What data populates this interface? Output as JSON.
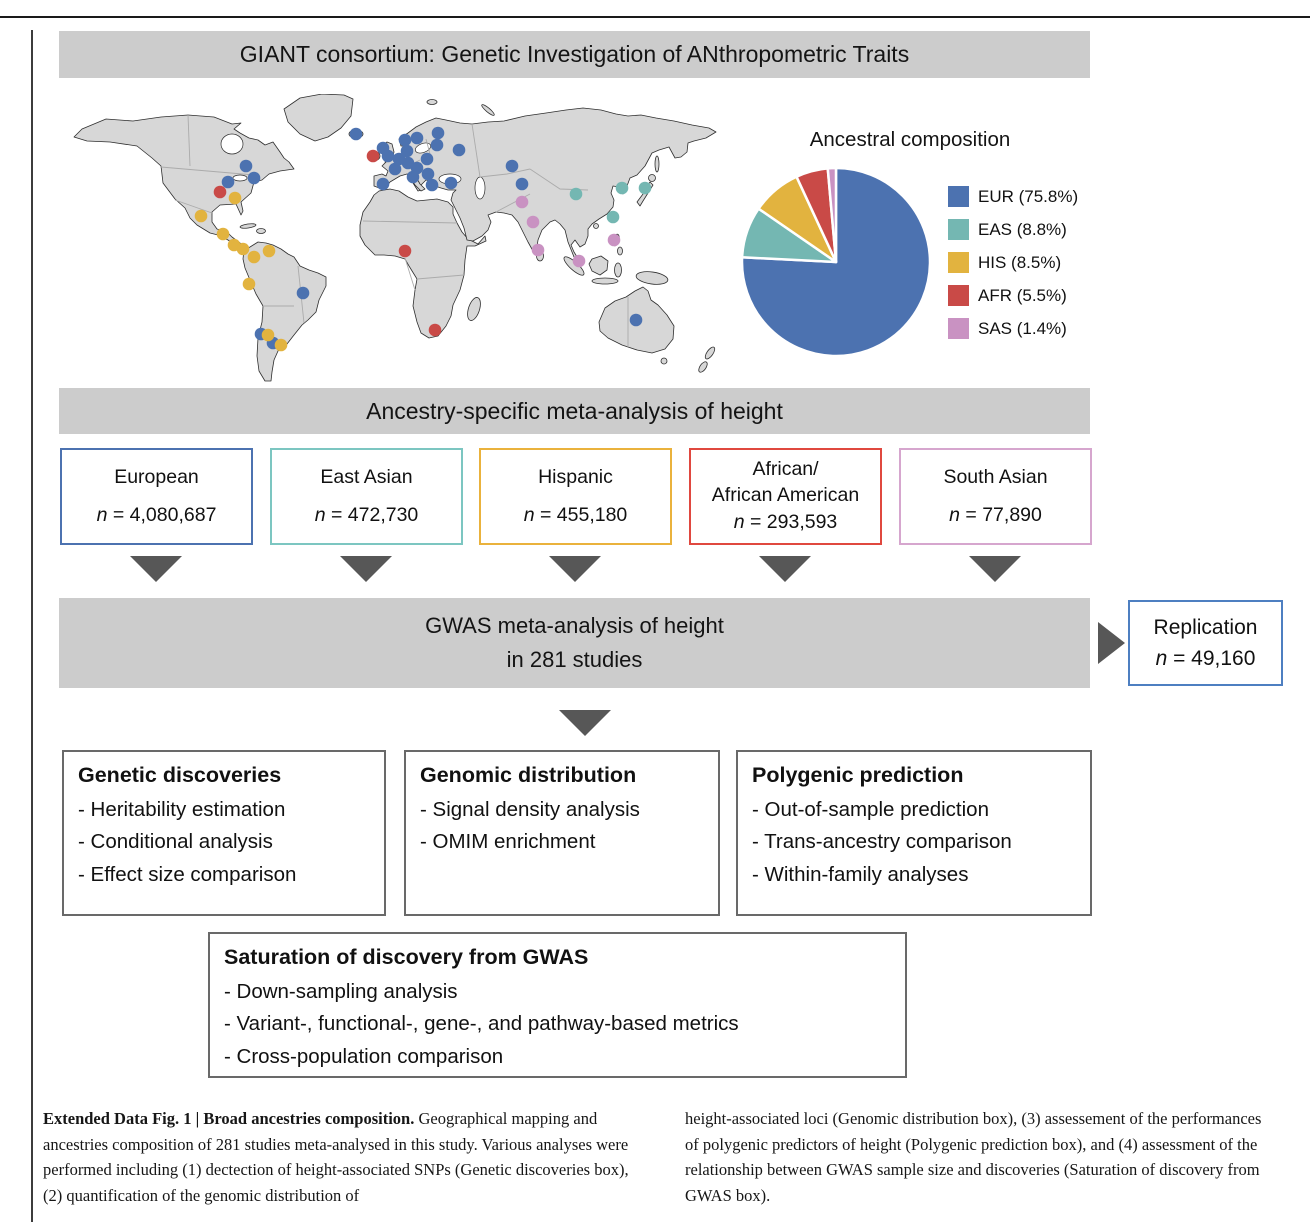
{
  "figure": {
    "title_bar": "GIANT consortium: Genetic Investigation of ANthropometric Traits",
    "bar2": "Ancestry-specific meta-analysis of height",
    "pie_title": "Ancestral composition",
    "map": {
      "dot_groups": [
        {
          "name": "EUR",
          "color": "#4C72B0",
          "points": [
            [
              296,
              40
            ],
            [
              323,
              54
            ],
            [
              328,
              62
            ],
            [
              345,
              46
            ],
            [
              357,
              44
            ],
            [
              378,
              39
            ],
            [
              347,
              57
            ],
            [
              339,
              65
            ],
            [
              348,
              69
            ],
            [
              335,
              75
            ],
            [
              323,
              90
            ],
            [
              353,
              83
            ],
            [
              357,
              74
            ],
            [
              367,
              65
            ],
            [
              368,
              80
            ],
            [
              372,
              91
            ],
            [
              377,
              51
            ],
            [
              399,
              56
            ],
            [
              391,
              89
            ],
            [
              452,
              72
            ],
            [
              462,
              90
            ],
            [
              194,
              84
            ],
            [
              168,
              88
            ],
            [
              186,
              72
            ],
            [
              243,
              199
            ],
            [
              201,
              240
            ],
            [
              213,
              249
            ],
            [
              576,
              226
            ]
          ]
        },
        {
          "name": "AFR",
          "color": "#C94A47",
          "points": [
            [
              313,
              62
            ],
            [
              160,
              98
            ],
            [
              345,
              157
            ],
            [
              375,
              236
            ]
          ]
        },
        {
          "name": "HIS",
          "color": "#E2B33F",
          "points": [
            [
              175,
              104
            ],
            [
              141,
              122
            ],
            [
              163,
              140
            ],
            [
              174,
              151
            ],
            [
              183,
              155
            ],
            [
              194,
              163
            ],
            [
              189,
              190
            ],
            [
              209,
              157
            ],
            [
              208,
              241
            ],
            [
              221,
              251
            ]
          ]
        },
        {
          "name": "EAS",
          "color": "#74B7B2",
          "points": [
            [
              516,
              100
            ],
            [
              562,
              94
            ],
            [
              585,
              94
            ],
            [
              553,
              123
            ]
          ]
        },
        {
          "name": "SAS",
          "color": "#C992C2",
          "points": [
            [
              462,
              108
            ],
            [
              473,
              128
            ],
            [
              478,
              156
            ],
            [
              519,
              167
            ],
            [
              554,
              146
            ]
          ]
        }
      ]
    },
    "legend": [
      "EUR (75.8%)",
      "EAS (8.8%)",
      "HIS (8.5%)",
      "AFR (5.5%)",
      "SAS (1.4%)"
    ],
    "ancestry_boxes": [
      {
        "label": "European",
        "label2": "",
        "n_var": "n",
        "n_rest": " = 4,080,687",
        "border_color": "#4C72B0"
      },
      {
        "label": "East Asian",
        "label2": "",
        "n_var": "n",
        "n_rest": " = 472,730",
        "border_color": "#7cc6c1"
      },
      {
        "label": "Hispanic",
        "label2": "",
        "n_var": "n",
        "n_rest": " = 455,180",
        "border_color": "#eab23c"
      },
      {
        "label": "African/",
        "label2": "African American",
        "n_var": "n",
        "n_rest": " = 293,593",
        "border_color": "#e0483f"
      },
      {
        "label": "South Asian",
        "label2": "",
        "n_var": "n",
        "n_rest": " = 77,890",
        "border_color": "#d6a6ce"
      }
    ],
    "gwas_bar": {
      "line1": "GWAS meta-analysis of height",
      "line2": "in 281 studies"
    },
    "replication": {
      "title": "Replication",
      "n_var": "n",
      "n_rest": " = 49,160"
    },
    "analysis_boxes": [
      {
        "title": "Genetic discoveries",
        "items": [
          "- Heritability estimation",
          "- Conditional analysis",
          "- Effect size comparison"
        ]
      },
      {
        "title": "Genomic distribution",
        "items": [
          "- Signal density analysis",
          "- OMIM enrichment",
          ""
        ]
      },
      {
        "title": "Polygenic prediction",
        "items": [
          "- Out-of-sample prediction",
          "- Trans-ancestry comparison",
          "- Within-family analyses"
        ]
      }
    ],
    "saturation_box": {
      "title": "Saturation of discovery from GWAS",
      "items": [
        "- Down-sampling analysis",
        "- Variant-, functional-, gene-, and pathway-based metrics",
        "- Cross-population comparison"
      ]
    },
    "caption": {
      "lead": "Extended Data Fig. 1 | Broad ancestries composition.",
      "left_text": " Geographical mapping and ancestries composition of 281 studies meta-analysed in this study. Various analyses were performed including (1) dectection of height-associated SNPs (Genetic discoveries box), (2) quantification of the genomic distribution of",
      "right_text": "height-associated loci (Genomic distribution box), (3) assessement of the performances of polygenic predictors of height (Polygenic prediction box), and (4) assessment of the relationship between GWAS sample size and discoveries (Saturation of discovery from GWAS box)."
    }
  },
  "chart_data": {
    "type": "pie",
    "title": "Ancestral composition",
    "labels": [
      "EUR",
      "EAS",
      "HIS",
      "AFR",
      "SAS"
    ],
    "values": [
      75.8,
      8.8,
      8.5,
      5.5,
      1.4
    ],
    "colors": [
      "#4C72B0",
      "#74B7B2",
      "#E2B33F",
      "#C94A47",
      "#C992C2"
    ],
    "legend_labels": [
      "EUR (75.8%)",
      "EAS (8.8%)",
      "HIS (8.5%)",
      "AFR (5.5%)",
      "SAS (1.4%)"
    ],
    "legend_position": "right",
    "start_angle_deg": 0,
    "direction": "clockwise"
  }
}
